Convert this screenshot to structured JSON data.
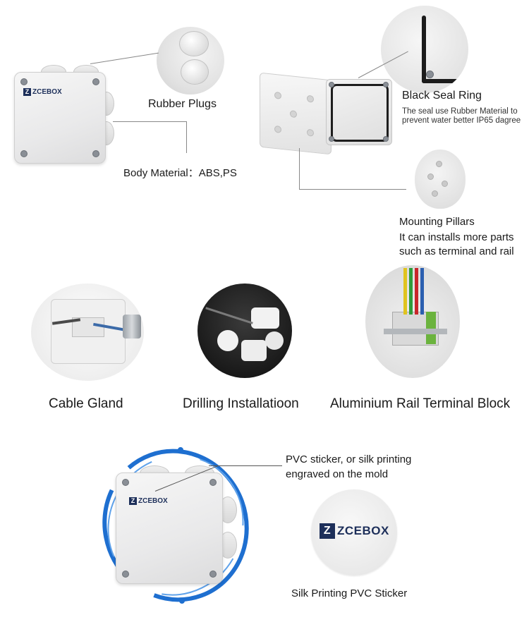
{
  "section1": {
    "rubber_plugs": "Rubber Plugs",
    "body_material": "Body Material：ABS,PS",
    "black_seal_ring": "Black Seal Ring",
    "seal_desc": "The seal use Rubber Material to prevent water better IP65 dagree",
    "mounting_pillars": "Mounting Pillars",
    "mounting_desc_1": "It can installs more parts",
    "mounting_desc_2": "such as terminal and rail"
  },
  "section2": {
    "cable_gland": "Cable Gland",
    "drilling": "Drilling Installatioon",
    "rail_terminal": "Aluminium Rail Terminal Block"
  },
  "section3": {
    "sticker_line1": "PVC sticker,   or silk printing",
    "sticker_line2": "engraved on the mold",
    "silk_label": "Silk Printing PVC Sticker"
  },
  "brand": {
    "logo_text": "ZCEBOX",
    "logo_mark": "Z"
  },
  "colors": {
    "accent_blue": "#1e6fd0",
    "logo_navy": "#1d2f5a"
  }
}
